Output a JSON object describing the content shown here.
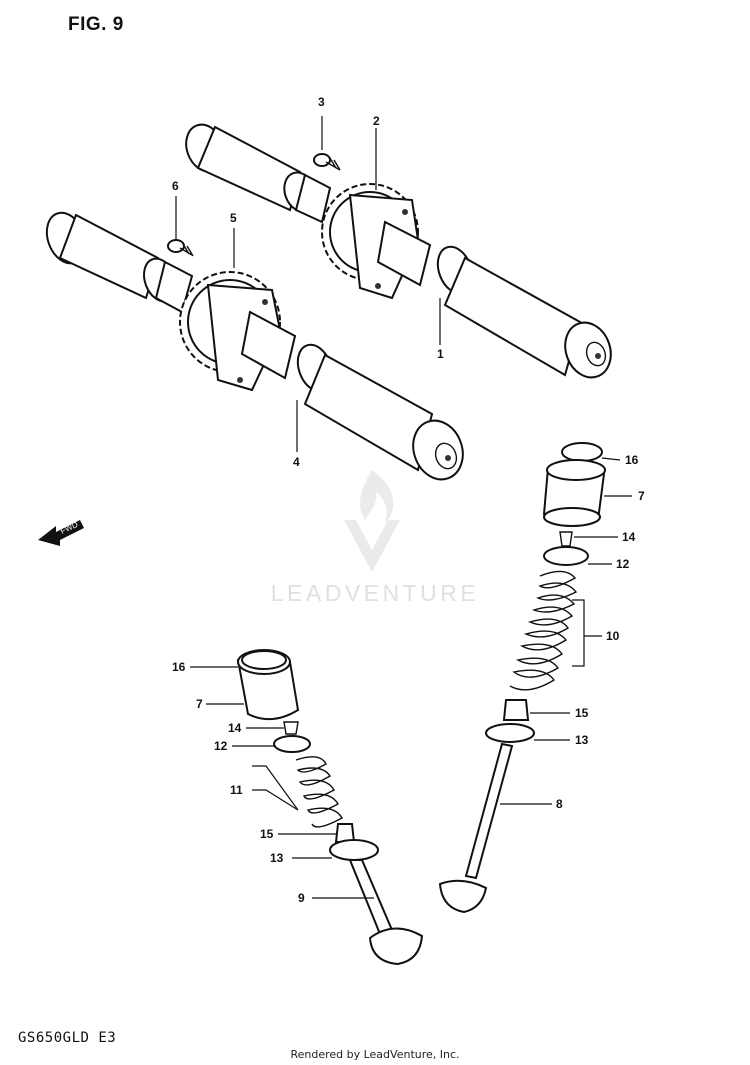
{
  "figure": {
    "title": "FIG. 9",
    "model_code": "GS650GLD  E3",
    "watermark": "LEADVENTURE",
    "render_credit": "Rendered by LeadVenture, Inc.",
    "direction_marker": "FWD"
  },
  "callouts": [
    {
      "id": "c1",
      "label": "1"
    },
    {
      "id": "c2",
      "label": "2"
    },
    {
      "id": "c3",
      "label": "3"
    },
    {
      "id": "c4",
      "label": "4"
    },
    {
      "id": "c5",
      "label": "5"
    },
    {
      "id": "c6",
      "label": "6"
    },
    {
      "id": "c16r",
      "label": "16"
    },
    {
      "id": "c7r",
      "label": "7"
    },
    {
      "id": "c14r",
      "label": "14"
    },
    {
      "id": "c12r",
      "label": "12"
    },
    {
      "id": "c10",
      "label": "10"
    },
    {
      "id": "c15r",
      "label": "15"
    },
    {
      "id": "c13r",
      "label": "13"
    },
    {
      "id": "c8",
      "label": "8"
    },
    {
      "id": "c16l",
      "label": "16"
    },
    {
      "id": "c7l",
      "label": "7"
    },
    {
      "id": "c14l",
      "label": "14"
    },
    {
      "id": "c12l",
      "label": "12"
    },
    {
      "id": "c11",
      "label": "11"
    },
    {
      "id": "c15l",
      "label": "15"
    },
    {
      "id": "c13l",
      "label": "13"
    },
    {
      "id": "c9",
      "label": "9"
    }
  ]
}
